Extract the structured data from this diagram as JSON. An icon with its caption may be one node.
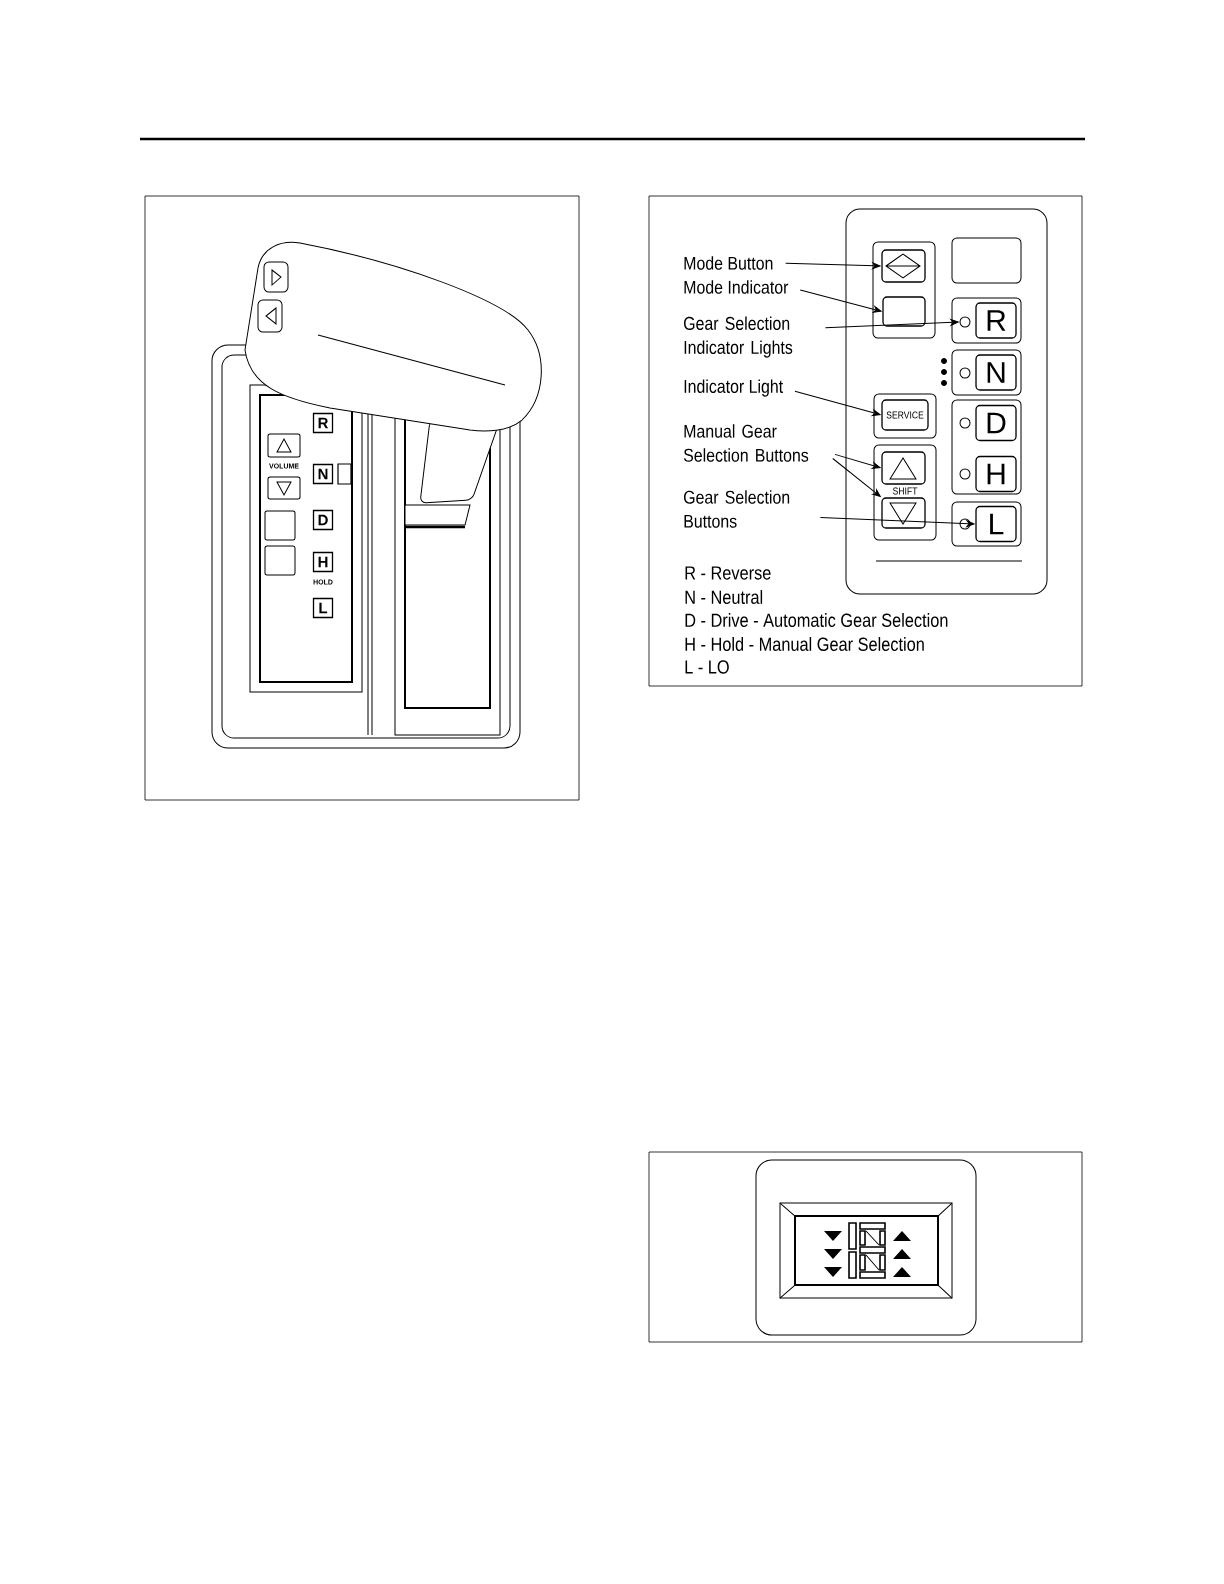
{
  "diagram": {
    "nodes": [
      {
        "text": [
          "R"
        ]
      },
      {
        "text": [
          "N"
        ]
      },
      {
        "text": [
          "D"
        ]
      },
      {
        "text": [
          "H"
        ]
      },
      {
        "text": [
          "L"
        ]
      },
      {
        "text": [
          "Mode Button"
        ]
      },
      {
        "text": [
          "Mode Indicator"
        ]
      },
      {
        "text": [
          "Gear Selection Indicator Lights"
        ]
      },
      {
        "text": [
          "Indicator Light"
        ]
      },
      {
        "text": [
          "Manual Gear Selection Buttons"
        ]
      },
      {
        "text": [
          "Gear Selection Buttons"
        ]
      },
      {
        "text": [],
        "shape": "box"
      },
      {
        "text": [],
        "shape": "box"
      },
      {
        "text": [],
        "shape": "circle"
      },
      {
        "text": [
          "R"
        ]
      },
      {
        "text": [
          "N"
        ]
      },
      {
        "text": [
          "SERVICE"
        ]
      },
      {
        "text": [
          "D"
        ]
      },
      {
        "text": [
          "H"
        ]
      },
      {
        "text": [],
        "shape": "box"
      },
      {
        "text": [],
        "shape": "box"
      },
      {
        "text": [
          "L"
        ]
      }
    ],
    "edges": [
      {
        "from": 5,
        "to": 11,
        "arrow": "to"
      },
      {
        "from": 6,
        "to": 12,
        "arrow": "to"
      },
      {
        "from": 7,
        "to": 13,
        "arrow": "to"
      },
      {
        "from": 8,
        "to": 16,
        "arrow": "to"
      },
      {
        "from": 9,
        "to": 19,
        "arrow": "to"
      },
      {
        "from": 9,
        "to": 20,
        "arrow": "to"
      },
      {
        "from": 10,
        "to": 21,
        "arrow": "to"
      }
    ],
    "labels": [
      "VOLUME",
      "HOLD",
      "SHIFT",
      "R - Reverse",
      "N - Neutral",
      "D - Drive - Automatic Gear Selection",
      "H - Hold - Manual Gear Selection",
      "L - LO"
    ]
  }
}
